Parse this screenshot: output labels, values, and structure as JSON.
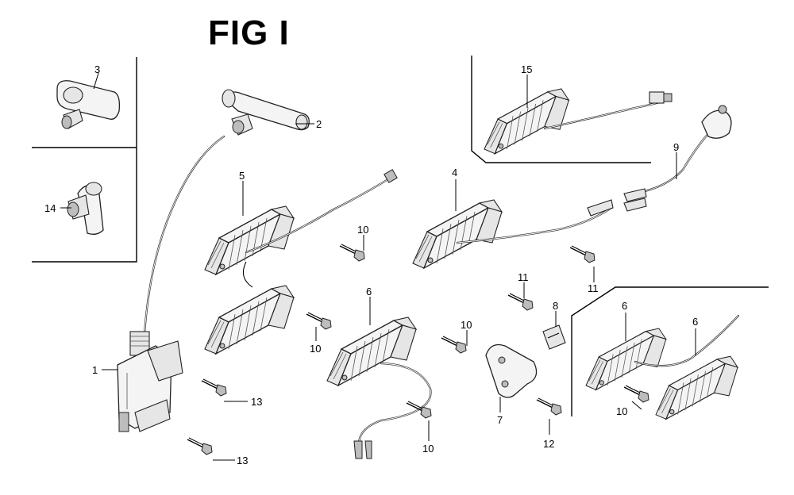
{
  "figure": {
    "title": "FIG I"
  },
  "callouts": [
    {
      "id": "c1",
      "label": "1"
    },
    {
      "id": "c2",
      "label": "2"
    },
    {
      "id": "c3",
      "label": "3"
    },
    {
      "id": "c4",
      "label": "4"
    },
    {
      "id": "c5",
      "label": "5"
    },
    {
      "id": "c6a",
      "label": "6"
    },
    {
      "id": "c6b",
      "label": "6"
    },
    {
      "id": "c6c",
      "label": "6"
    },
    {
      "id": "c7",
      "label": "7"
    },
    {
      "id": "c8",
      "label": "8"
    },
    {
      "id": "c9",
      "label": "9"
    },
    {
      "id": "c10a",
      "label": "10"
    },
    {
      "id": "c10b",
      "label": "10"
    },
    {
      "id": "c10c",
      "label": "10"
    },
    {
      "id": "c10d",
      "label": "10"
    },
    {
      "id": "c10e",
      "label": "10"
    },
    {
      "id": "c11a",
      "label": "11"
    },
    {
      "id": "c11b",
      "label": "11"
    },
    {
      "id": "c12",
      "label": "12"
    },
    {
      "id": "c13a",
      "label": "13"
    },
    {
      "id": "c13b",
      "label": "13"
    },
    {
      "id": "c14",
      "label": "14"
    },
    {
      "id": "c15",
      "label": "15"
    }
  ]
}
